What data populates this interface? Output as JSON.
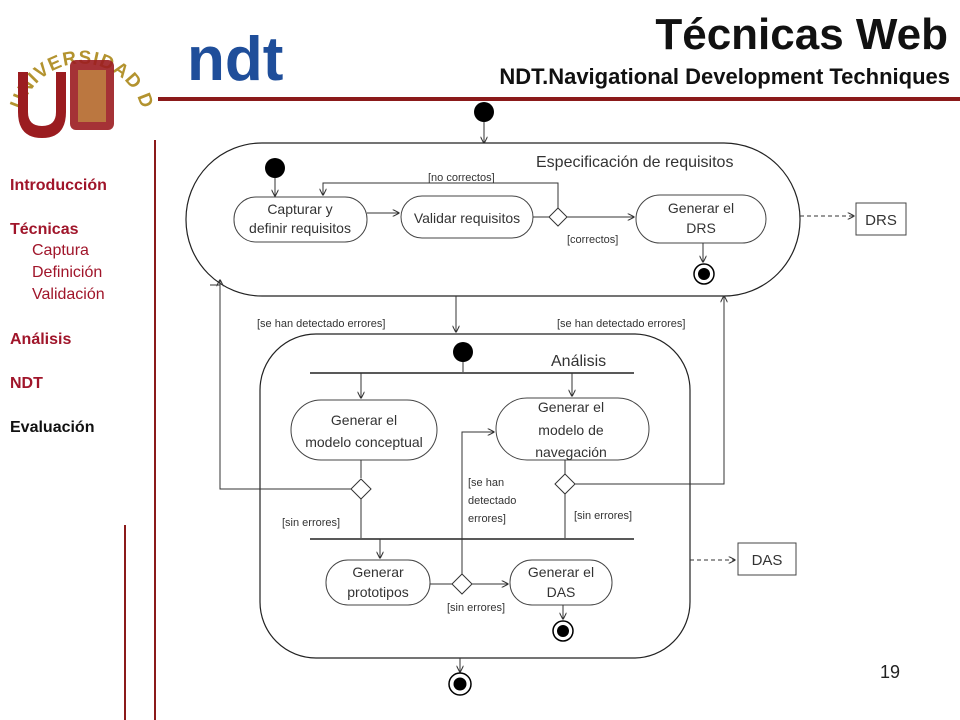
{
  "header": {
    "title": "Técnicas Web",
    "subtitle": "NDT.Navigational Development Techniques",
    "university_seal_text": "UNIVERSIDAD DE SEVILLA",
    "ndt_logo_text": "ndt"
  },
  "nav": {
    "introduccion": "Introducción",
    "tecnicas": "Técnicas",
    "tecnicas_items": [
      "Captura",
      "Definición",
      "Validación"
    ],
    "analisis": "Análisis",
    "ndt": "NDT",
    "evaluacion": "Evaluación"
  },
  "diagram": {
    "req_region_title": "Especificación de requisitos",
    "analysis_region_title": "Análisis",
    "capturar_1": "Capturar y",
    "capturar_2": "definir requisitos",
    "validar": "Validar requisitos",
    "generar_drs_1": "Generar el",
    "generar_drs_2": "DRS",
    "no_correctos": "[no correctos]",
    "correctos": "[correctos]",
    "drs": "DRS",
    "errores_left": "[se han  detectado errores]",
    "errores_right": "[se han  detectado errores]",
    "conceptual_1": "Generar el",
    "conceptual_2": "modelo conceptual",
    "navegacion_1": "Generar el",
    "navegacion_2": "modelo de",
    "navegacion_3": "navegación",
    "se_han_1": "[se han",
    "se_han_2": "detectado",
    "se_han_3": "errores]",
    "sin_errores_left": "[sin errores]",
    "sin_errores_right": "[sin errores]",
    "sin_errores_bottom": "[sin errores]",
    "prototipos_1": "Generar",
    "prototipos_2": "prototipos",
    "generar_das_1": "Generar el",
    "generar_das_2": "DAS",
    "das": "DAS"
  },
  "colors": {
    "accent": "#8b1a1a",
    "nav": "#a0152a"
  },
  "page": {
    "number": "19"
  }
}
